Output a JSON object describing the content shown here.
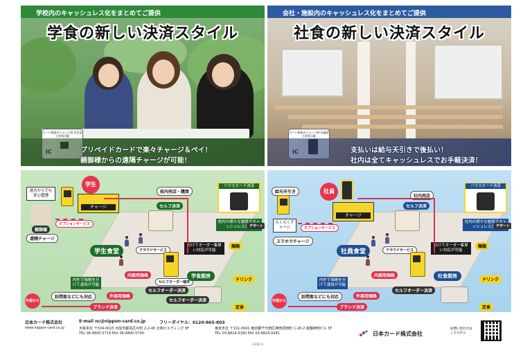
{
  "left": {
    "top_bar": "学校内のキャッシュレス化をまとめてご提供",
    "headline": "学食の新しい決済スタイル",
    "card_note": "カード表面のイメージ例 学生証と併用可能",
    "card_label": "IC",
    "banner_line1": "プリペイドカードで楽々チャージ＆ペイ！",
    "banner_line2": "親御様からの遠隔チャージが可能！",
    "diagram": {
      "role": "学生",
      "charge": "チャージ",
      "campus_store": "校内売店・購買",
      "house_card": "ハウスカード決済",
      "self_checkout": "セルフ決済",
      "cashless_note": "校内の様々な施設でキャッシュレス決済",
      "cafeteria": "学生食堂",
      "remote_note": "遠方からでも安心管理",
      "parent": "親御様",
      "remote_charge": "遠隔チャージ",
      "optional": "オプションサービス",
      "internal_price": "内部用価格",
      "order_note": "分けてオーダー集単い対応が可能",
      "noodles": "麺類",
      "drink": "ドリンク",
      "set_meal": "定食",
      "dessert": "デザート",
      "kitchen": "学食厨房",
      "self_order": "セルフオーダー決済",
      "self_order2": "セルフオーダー決済",
      "price_note": "内外で価格を分けて運用が可能",
      "visitor": "訪問客などにも対応",
      "external_price": "外部用価格",
      "outsider": "外部から",
      "brand": "ブランド決済",
      "kiosk_label": "セルフオーダー端末",
      "cloud_service": "クラウドサービス"
    }
  },
  "right": {
    "top_bar": "会社・施設内のキャッシュレス化をまとめてご提供",
    "headline": "社食の新しい決済スタイル",
    "card_note": "カード表面のイメージ例 社員証と併用可能",
    "card_label": "IC",
    "banner_line1": "支払いは給与天引きで後払い！",
    "banner_line2": "社内は全てキャッシュレスでお手軽決済！",
    "diagram": {
      "role": "社員",
      "charge": "チャージ",
      "salary": "給与天引き",
      "store": "社内売店",
      "house_card": "ハウスカード決済",
      "self_checkout": "セルフ決済",
      "cashless_note": "社内の様々な施設でキャッシュレス決済",
      "cafeteria": "社員食堂",
      "smart_charge": "らくらくチャージ",
      "phone_charge": "スマホでチャージ",
      "optional": "オプションサービス",
      "internal_price": "内部用価格",
      "order_note": "分けてオーダー集単い対応が可能",
      "noodles": "麺類",
      "drink": "ドリンク",
      "set_meal": "定食",
      "dessert": "デザート",
      "kitchen": "社食厨房",
      "self_order": "セルフオーダー決済",
      "price_note": "内外で価格を分けて運用が可能",
      "visitor": "訪問客などにも対応",
      "external_price": "外部用価格",
      "outsider": "外部から",
      "brand": "ブランド決済",
      "cloud_service": "クラウドサービス"
    }
  },
  "footer": {
    "company": "日本カード株式会社",
    "url": "www.nippon-card.co.jp",
    "email": "E-mail nc@nippon-card.co.jp",
    "freedial": "フリーダイヤル：0120-865-803",
    "osaka": "大阪本社 〒534-0025 大阪市都島区片町 2-2-40 大和ビルディング 8F",
    "osaka_tel": "TEL 06-4800-5719  FAX 06-4800-5700",
    "tokyo": "東京支社 〒101-0041 東京都千代田区神田須田町 1-26-2 宮園神田ビル 5F",
    "tokyo_tel": "TEL 03-6824-9180  FAX 03-6824-9181",
    "logo_company": "日本カード株式会社",
    "qr_note": "お問い合わせはこちらから",
    "doc_code": "2308-11"
  }
}
